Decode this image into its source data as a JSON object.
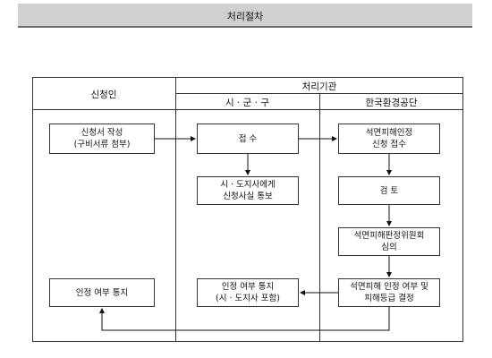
{
  "header": {
    "title": "처리절차"
  },
  "columns": {
    "applicant": "신청인",
    "agency": "처리기관",
    "city": "시 · 군 · 구",
    "kecoa": "한국환경공단"
  },
  "boxes": {
    "apply": "신청서 작성\n(구비서류 첨부)",
    "receive": "접  수",
    "notify_mayor": "시 · 도지사에게\n신청사실 통보",
    "asbestos_receive": "석면피해인정\n신청 접수",
    "review": "검  토",
    "committee": "석면피해판정위원회\n심의",
    "decision": "석면피해 인정 여부 및\n피해등급 결정",
    "notice_city": "인정 여부 통지\n(시 · 도지사 포함)",
    "notice_applicant": "인정 여부 통지"
  }
}
